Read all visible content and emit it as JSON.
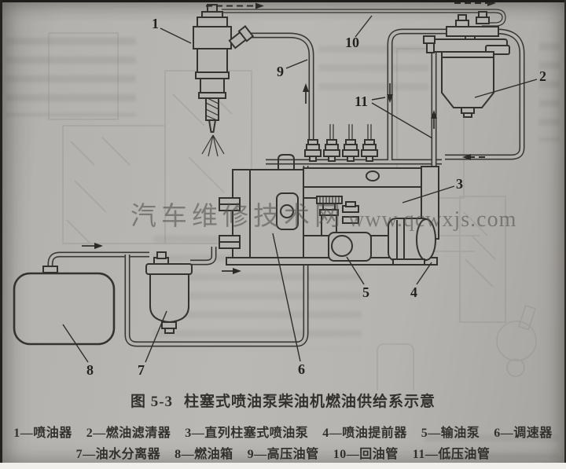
{
  "figure": {
    "caption_prefix": "图 5-3",
    "caption_title": "柱塞式喷油泵柴油机燃油供给系示意"
  },
  "watermark": {
    "site_name": "汽车维修技术网",
    "site_url": "www.qcwxjs.com"
  },
  "legend": {
    "separator": "—",
    "row1": [
      {
        "num": "1",
        "name": "喷油器"
      },
      {
        "num": "2",
        "name": "燃油滤清器"
      },
      {
        "num": "3",
        "name": "直列柱塞式喷油泵"
      },
      {
        "num": "4",
        "name": "喷油提前器"
      },
      {
        "num": "5",
        "name": "输油泵"
      },
      {
        "num": "6",
        "name": "调速器"
      }
    ],
    "row2": [
      {
        "num": "7",
        "name": "油水分离器"
      },
      {
        "num": "8",
        "name": "燃油箱"
      },
      {
        "num": "9",
        "name": "高压油管"
      },
      {
        "num": "10",
        "name": "回油管"
      },
      {
        "num": "11",
        "name": "低压油管"
      }
    ]
  },
  "callouts": {
    "labels": [
      "1",
      "2",
      "3",
      "4",
      "5",
      "6",
      "7",
      "8",
      "9",
      "10",
      "11"
    ]
  },
  "colors": {
    "paper": "#b6b4b0",
    "ink": "#35332f",
    "watermark_gray": "#525150"
  }
}
